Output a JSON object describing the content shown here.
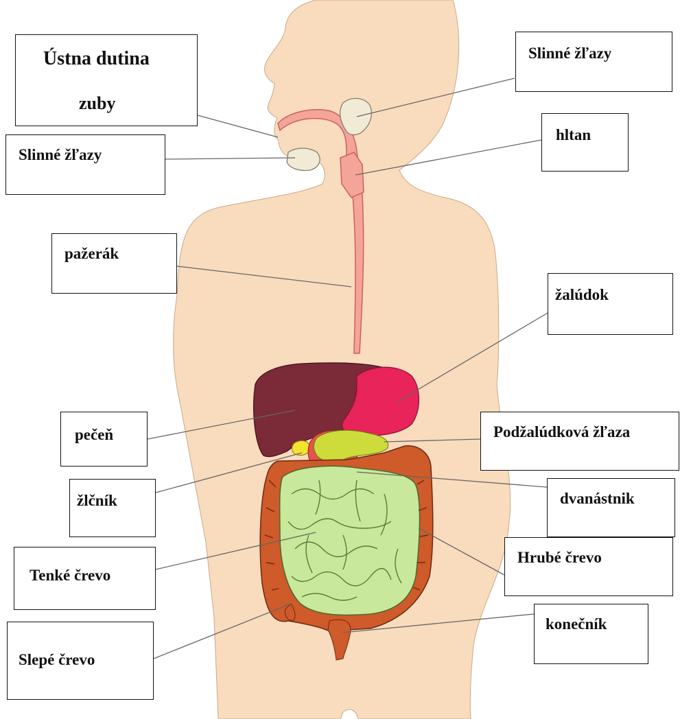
{
  "colors": {
    "skin": "#f9dbbd",
    "skin_outline": "#c9a98a",
    "esophagus": "#f5a49a",
    "esophagus_outline": "#c8625a",
    "liver": "#7b2a38",
    "stomach": "#e8245a",
    "pancreas": "#cddc3a",
    "gallbladder": "#f3e32e",
    "duodenum": "#e4544a",
    "small_intestine": "#c8e89b",
    "large_intestine": "#cf5a2a",
    "saliva_gland": "#f1ead5",
    "leader_line": "#666666",
    "label_border": "#111111"
  },
  "labels": {
    "mouth_line1": "Ústna dutina",
    "mouth_line2": "zuby",
    "salivary_top": "Slinné žľazy",
    "salivary_left": "Slinné žľazy",
    "pharynx": "hltan",
    "esophagus": "pažerák",
    "stomach": "žalúdok",
    "liver": "pečeň",
    "pancreas": "Podžalúdková žľaza",
    "gallbladder": "žlčník",
    "duodenum": "dvanástnik",
    "small_intestine": "Tenké črevo",
    "large_intestine": "Hrubé črevo",
    "appendix": "Slepé črevo",
    "rectum": "konečník"
  }
}
